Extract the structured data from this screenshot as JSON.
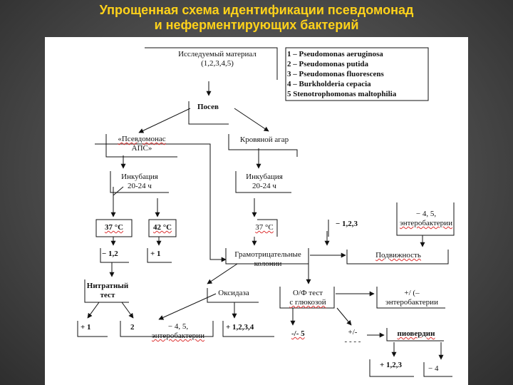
{
  "slide": {
    "title_line1": "Упрощенная схема идентификации псевдомонад",
    "title_line2": "и неферментирующих бактерий"
  },
  "scheme": {
    "material_line1": "Исследуемый материал",
    "material_line2": "(1,2,3,4,5)",
    "legend": [
      "1 – Pseudomonas aeruginosa",
      "2 – Pseudomonas putida",
      "3 – Pseudomonas fluorescens",
      "4 – Burkholderia cepacia",
      "5   Stenotrophomonas maltophilia"
    ],
    "posev": "Посев",
    "medium_left_line1": "«Псевдомонас",
    "medium_left_line2": "АПС»",
    "medium_right": "Кровяной агар",
    "incub_left_line1": "Инкубация",
    "incub_left_line2": "20-24 ч",
    "incub_right_line1": "Инкубация",
    "incub_right_line2": "20-24 ч",
    "temp_37_left": "37 °С",
    "temp_42": "42 °С",
    "temp_37_right": "37 °С",
    "minus_123": "− 1,2,3",
    "minus_45_line1": "− 4, 5,",
    "minus_45_line2": "энтеробактерии",
    "minus_12": "− 1,2",
    "plus_1": "+ 1",
    "gram_line1": "Грамотрицательные",
    "gram_line2": "колонии",
    "motility": "Подвижность",
    "nitrate_line1": "Нитратный",
    "nitrate_line2": "тест",
    "oxidase": "Оксидаза",
    "of_line1": "О/Ф тест",
    "of_line2": "с глюкозой",
    "of_plus_line1": "+/ (–",
    "of_plus_line2": "энтеробактерии",
    "nit_plus1": "+ 1",
    "nit_2": "2",
    "ox_minus_line1": "− 4, 5,",
    "ox_minus_line2": "энтеробактерии",
    "ox_plus": "+ 1,2,3,4",
    "of_minus5": "-/- 5",
    "of_slash": "+/-",
    "of_slash_sub": "- - - -",
    "pyoverdin": "пиовердин",
    "pyo_plus": "+ 1,2,3",
    "pyo_minus": "− 4"
  }
}
